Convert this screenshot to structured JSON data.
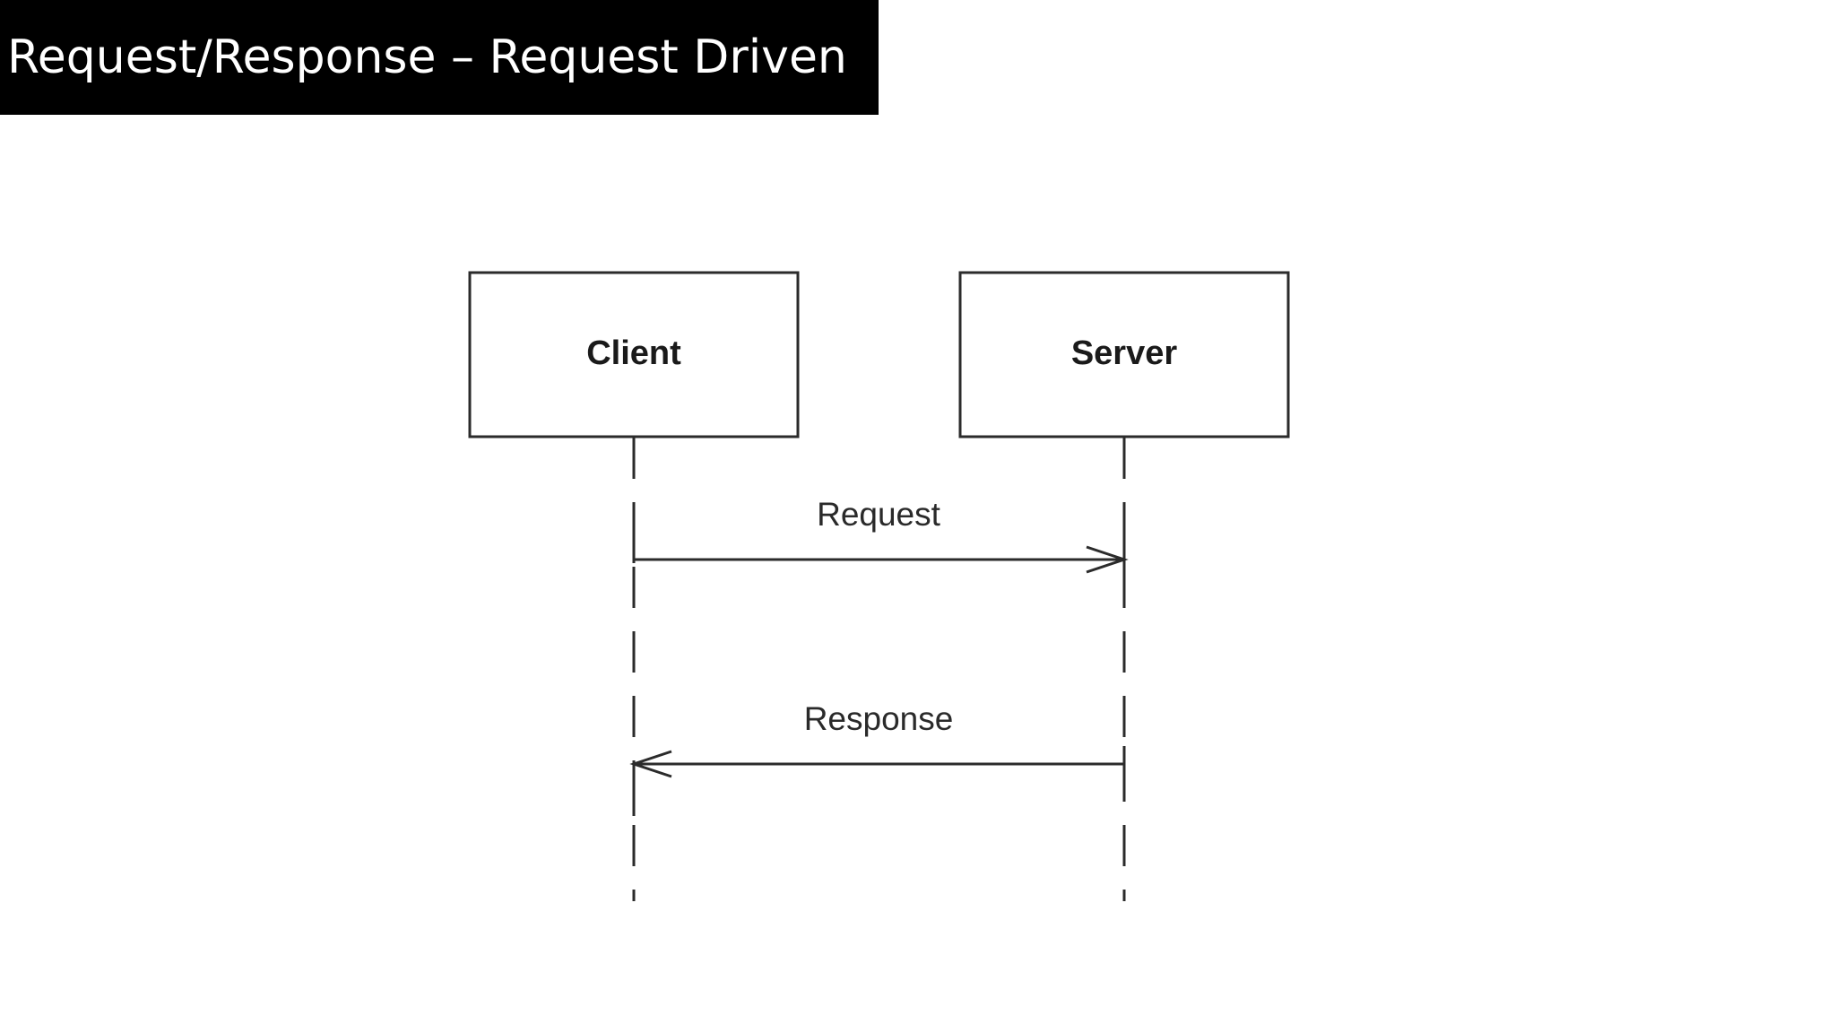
{
  "slide": {
    "title": "Request/Response – Request Driven"
  },
  "diagram": {
    "lifelines": [
      {
        "id": "client",
        "label": "Client"
      },
      {
        "id": "server",
        "label": "Server"
      }
    ],
    "messages": [
      {
        "label": "Request",
        "from": "client",
        "to": "server"
      },
      {
        "label": "Response",
        "from": "server",
        "to": "client"
      }
    ]
  },
  "colors": {
    "title_background": "#000000",
    "title_text": "#ffffff",
    "diagram_stroke": "#2b2b2b"
  }
}
